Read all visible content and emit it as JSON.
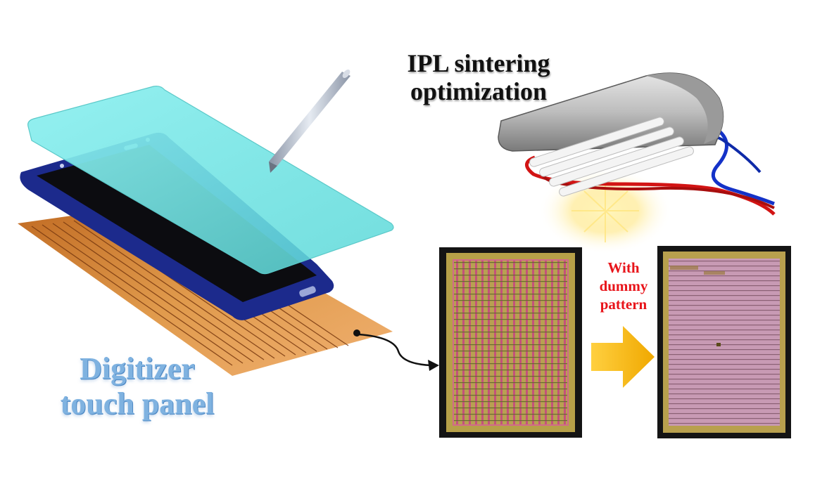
{
  "ipl_label": {
    "line1": "IPL sintering",
    "line2": "optimization"
  },
  "dummy_pattern_label": {
    "line1": "With",
    "line2": "dummy",
    "line3": "pattern"
  },
  "digitizer_label": {
    "line1": "Digitizer",
    "line2": "touch panel"
  },
  "colors": {
    "glass": "#7fe6e6",
    "display_frame": "#1c2a8c",
    "digitizer_sheet": "#d98a3c",
    "cable_red": "#d21414",
    "cable_blue": "#1432c8",
    "arrow_yellow": "#f2b400",
    "label_red": "#e8141a",
    "label_blue": "#7fb2e0"
  },
  "icons": [
    "stylus-pen-icon",
    "ipl-lamp-icon",
    "right-arrow-icon",
    "curved-arrow-icon"
  ]
}
